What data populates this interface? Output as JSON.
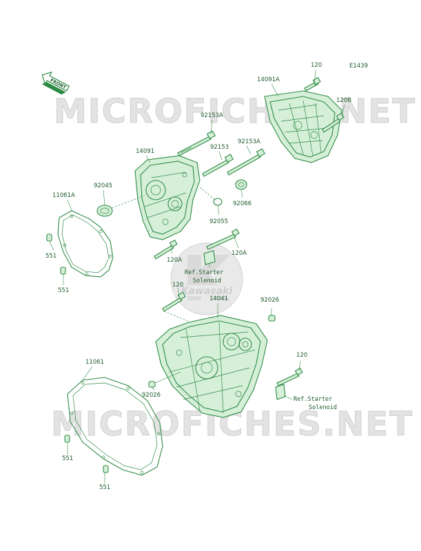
{
  "diagram_code": "E1439",
  "front_arrow": "FRONT",
  "watermark": "MICROFICHES.NET",
  "logo": {
    "text": "Kawasaki"
  },
  "labels": {
    "p120_top": "120",
    "p14091A": "14091A",
    "p120B": "120B",
    "p92153A_top": "92153A",
    "p14091": "14091",
    "p92153": "92153",
    "p92153A": "92153A",
    "p92045": "92045",
    "p11061A": "11061A",
    "p92066": "92066",
    "p92055": "92055",
    "p551_a": "551",
    "p551_b": "551",
    "p120A_left": "120A",
    "p120A_right": "120A",
    "ref_starter_1": "Ref.Starter",
    "solenoid_1": "Solenoid",
    "p120_mid": "120",
    "p14041": "14041",
    "p92026_top": "92026",
    "p11061": "11061",
    "p120_lower": "120",
    "p92026_bottom": "92026",
    "ref_starter_2": "Ref.Starter",
    "solenoid_2": "Solenoid",
    "p551_c": "551",
    "p551_d": "551"
  }
}
